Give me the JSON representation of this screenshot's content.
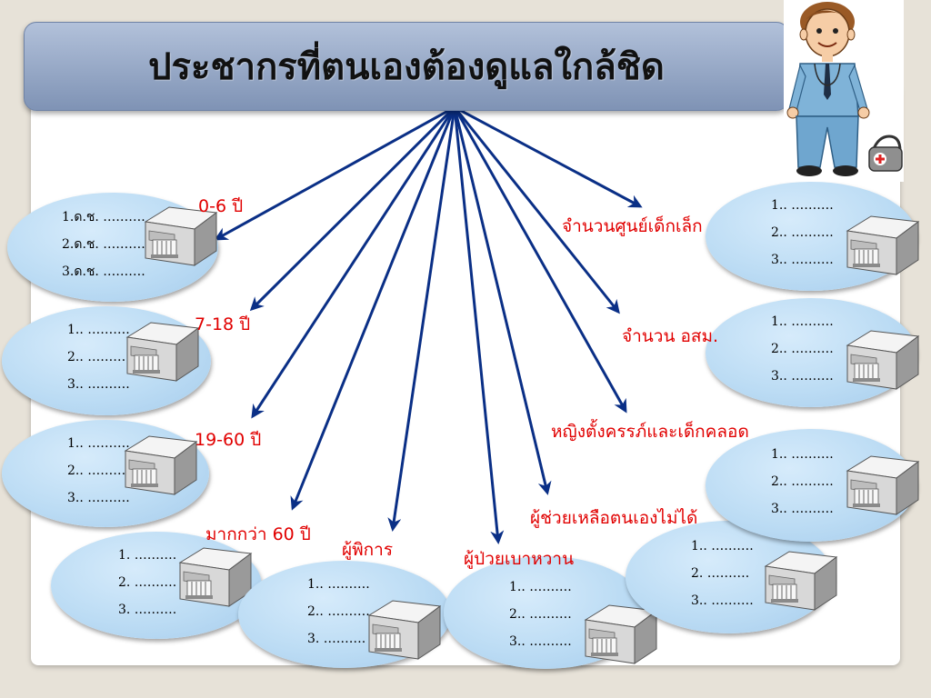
{
  "title": "ประชากรที่ตนเองต้องดูแลใกล้ชิด",
  "arrow_color": "#0a2f86",
  "label_color": "#e10000",
  "groups": [
    {
      "label": "0-6 ปี",
      "items": [
        "1.ด.ช. ……….",
        "2.ด.ช. ……….",
        "3.ด.ช. ………."
      ]
    },
    {
      "label": "7-18 ปี",
      "items": [
        "1.. ……….",
        "2.. ……….",
        "3.. ………."
      ]
    },
    {
      "label": "19-60 ปี",
      "items": [
        "1.. ……….",
        "2.. ……….",
        "3.. ………."
      ]
    },
    {
      "label": "มากกว่า 60 ปี",
      "items": [
        "1. ……….",
        "2. ……….",
        "3. ………."
      ]
    },
    {
      "label": "ผู้พิการ",
      "items": [
        "1.. ……….",
        "2.. ……….",
        "3. ………."
      ]
    },
    {
      "label": "ผู้ป่วยเบาหวาน",
      "items": [
        "1.. ……….",
        "2.. ……….",
        "3.. ………."
      ]
    },
    {
      "label": "ผู้ช่วยเหลือตนเองไม่ได้",
      "items": [
        "1.. ……….",
        "2. ……….",
        "3.. ………."
      ]
    },
    {
      "label": "หญิงตั้งครรภ์และเด็กคลอด",
      "items": [
        "1.. ……….",
        "2.. ……….",
        "3.. ………."
      ]
    },
    {
      "label": "จำนวน   อสม.",
      "items": [
        "1.. ……….",
        "2.. ……….",
        "3.. ………."
      ]
    },
    {
      "label": "จำนวนศูนย์เด็กเล็ก",
      "items": [
        "1.. ……….",
        "2.. ……….",
        "3.. ………."
      ]
    }
  ]
}
